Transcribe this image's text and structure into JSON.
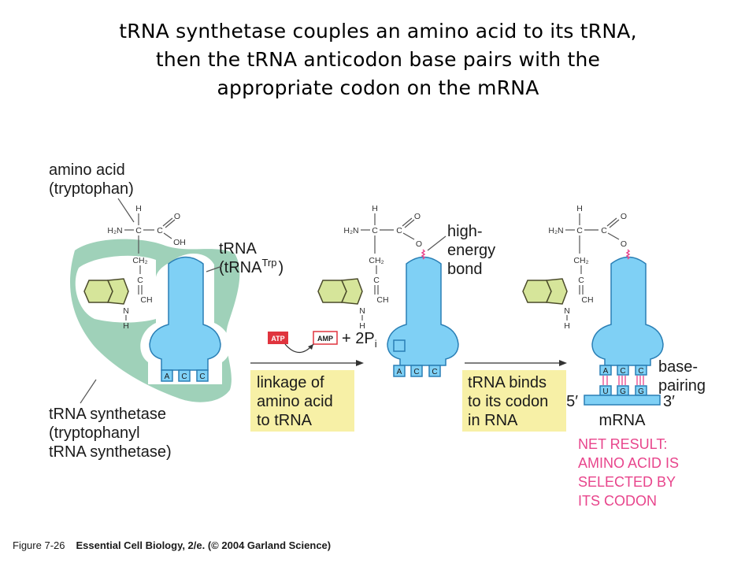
{
  "title": {
    "line1": "tRNA synthetase couples an amino acid to its tRNA,",
    "line2": "then the tRNA anticodon base pairs with the",
    "line3": "appropriate codon on the mRNA"
  },
  "labels": {
    "amino_acid_1": "amino acid",
    "amino_acid_2": "(tryptophan)",
    "trna_1": "tRNA",
    "trna_2": "(tRNA",
    "trna_sup": "Trp",
    "trna_close": ")",
    "synthetase_1": "tRNA synthetase",
    "synthetase_2": "(tryptophanyl",
    "synthetase_3": "tRNA synthetase)",
    "high_energy_1": "high-",
    "high_energy_2": "energy",
    "high_energy_3": "bond",
    "base_pairing_1": "base-",
    "base_pairing_2": "pairing",
    "five_prime": "5′",
    "three_prime": "3′",
    "mrna": "mRNA"
  },
  "chem": {
    "h": "H",
    "h2n": "H₂N",
    "c": "C",
    "o": "O",
    "oh": "OH",
    "ch2": "CH₂",
    "ch": "CH",
    "n": "N"
  },
  "reaction": {
    "atp": "ATP",
    "amp": "AMP",
    "plus": "+ 2P",
    "sub": "i"
  },
  "anticodon": [
    "A",
    "C",
    "C"
  ],
  "codon": [
    "U",
    "G",
    "G"
  ],
  "box1": {
    "line1": "linkage of",
    "line2": "amino acid",
    "line3": "to tRNA"
  },
  "box2": {
    "line1": "tRNA binds",
    "line2": "to its codon",
    "line3": "in RNA"
  },
  "net_result": {
    "line1": "NET RESULT:",
    "line2": "AMINO ACID  IS",
    "line3": "SELECTED BY",
    "line4": "ITS CODON"
  },
  "caption": {
    "figure": "Figure 7-26",
    "source": "Essential Cell Biology, 2/e. (© 2004 Garland Science)"
  },
  "colors": {
    "trna": "#7fd0f5",
    "trna_stroke": "#2a7fb5",
    "synthetase": "#9fd1b9",
    "indole": "#d6e59a",
    "box_fill": "#f7f0a6",
    "pink": "#e8458c",
    "atp_fill": "#e0343e"
  }
}
